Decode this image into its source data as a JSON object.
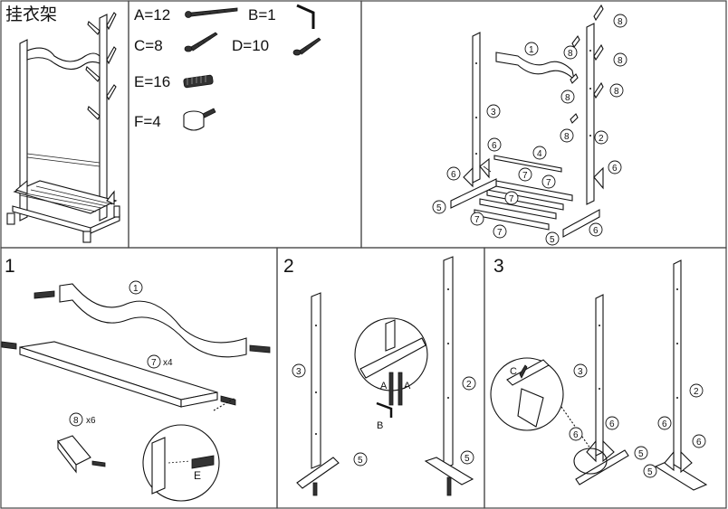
{
  "title": "挂衣架",
  "parts": [
    {
      "id": "A",
      "label": "A=12"
    },
    {
      "id": "B",
      "label": "B=1"
    },
    {
      "id": "C",
      "label": "C=8"
    },
    {
      "id": "D",
      "label": "D=10"
    },
    {
      "id": "E",
      "label": "E=16"
    },
    {
      "id": "F",
      "label": "F=4"
    }
  ],
  "steps": {
    "s1": {
      "number": "1",
      "qty_7": "x4",
      "qty_8": "x6",
      "fastener": "E"
    },
    "s2": {
      "number": "2",
      "fastener_a": "A",
      "fastener_b": "B"
    },
    "s3": {
      "number": "3",
      "fastener_c": "C"
    }
  },
  "callouts": {
    "c1": "1",
    "c2": "2",
    "c3": "3",
    "c4": "4",
    "c5": "5",
    "c6": "6",
    "c7": "7",
    "c8": "8"
  }
}
